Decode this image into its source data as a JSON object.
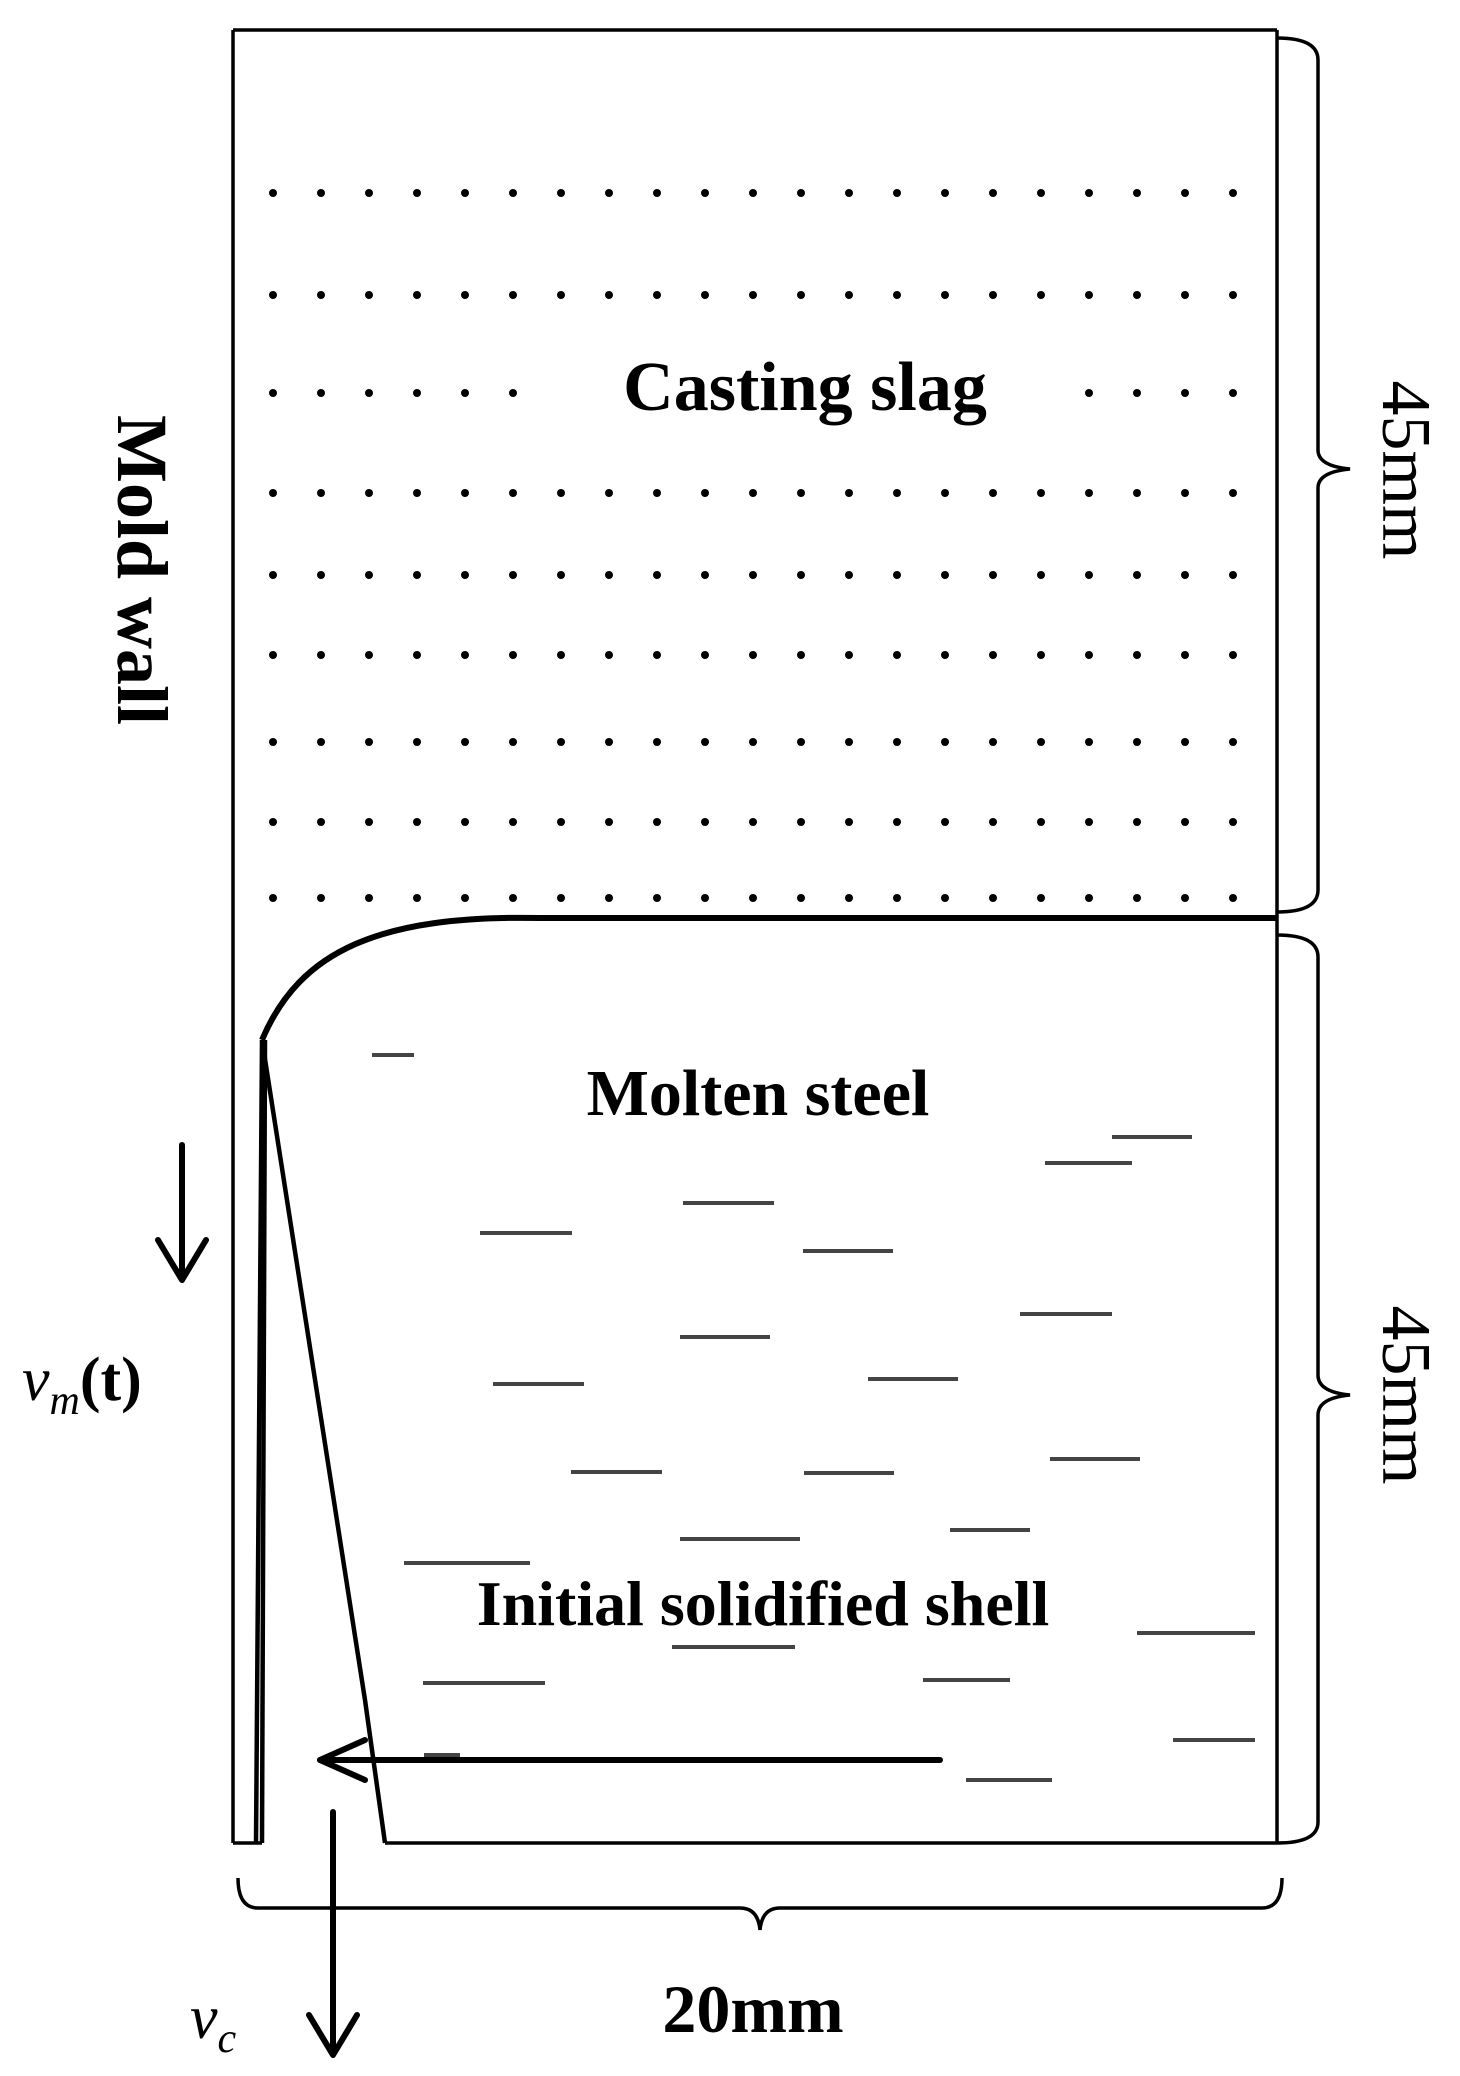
{
  "regions": {
    "slag_label": "Casting slag",
    "steel_label": "Molten steel",
    "shell_label": "Initial solidified shell",
    "wall_label": "Mold wall"
  },
  "dimensions": {
    "upper_height": "45mm",
    "lower_height": "45mm",
    "width": "20mm"
  },
  "velocities": {
    "mold_symbol": "v",
    "mold_subscript": "m",
    "mold_suffix": "(t)",
    "casting_symbol": "v",
    "casting_subscript": "c"
  },
  "colors": {
    "line": "#000000",
    "dash": "#444444",
    "background": "#ffffff"
  }
}
